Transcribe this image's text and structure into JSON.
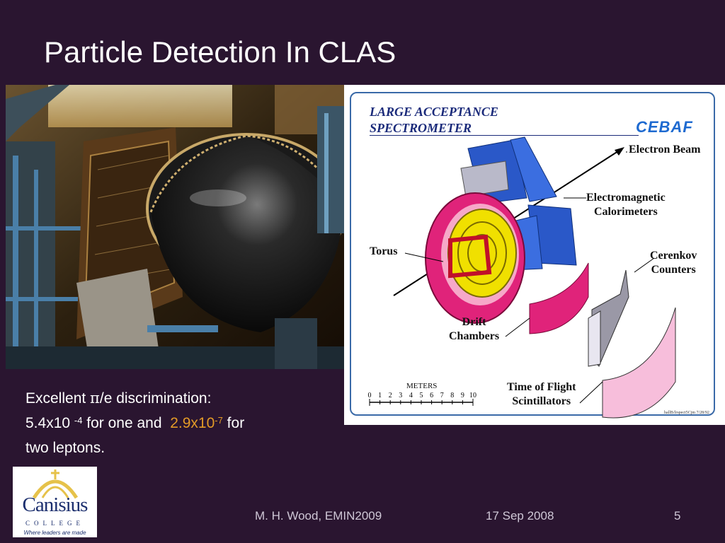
{
  "slide": {
    "title": "Particle Detection In CLAS"
  },
  "diagram": {
    "title_line1": "LARGE ACCEPTANCE",
    "title_line2": "SPECTROMETER",
    "logo_text": "CEBAF",
    "labels": {
      "electron_beam": "Electron Beam",
      "em_calorimeters_line1": "Electromagnetic",
      "em_calorimeters_line2": "Calorimeters",
      "torus": "Torus",
      "cerenkov_line1": "Cerenkov",
      "cerenkov_line2": "Counters",
      "drift_line1": "Drift",
      "drift_line2": "Chambers",
      "tof_line1": "Time of Flight",
      "tof_line2": "Scintillators"
    },
    "scale": {
      "label": "METERS",
      "ticks": [
        "0",
        "1",
        "2",
        "3",
        "4",
        "5",
        "6",
        "7",
        "8",
        "9",
        "10"
      ]
    },
    "credit": "hallB/lrspect5Cjm 7/28/92"
  },
  "body": {
    "line1_a": "Excellent ",
    "pi": "π",
    "line1_b": "/e discrimination:",
    "line2_a": "5.4x10 ",
    "line2_exp1": "-4",
    "line2_b": " for one and  ",
    "line2_hl": "2.9x10",
    "line2_exp2": "-7",
    "line2_c": " for",
    "line3": "two leptons."
  },
  "logo": {
    "name": "Canisius",
    "college": "COLLEGE",
    "tagline": "Where leaders are made"
  },
  "footer": {
    "author": "M. H. Wood, EMIN2009",
    "date": "17 Sep 2008",
    "page": "5"
  },
  "colors": {
    "background": "#2a1530",
    "highlight": "#e39a27",
    "diagram_navy": "#1a2a7a"
  }
}
